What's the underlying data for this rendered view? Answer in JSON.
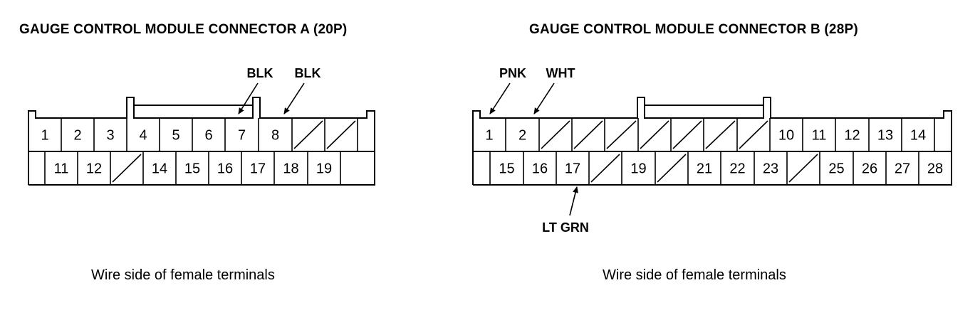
{
  "connector_a": {
    "title": "GAUGE CONTROL MODULE CONNECTOR A (20P)",
    "caption": "Wire side of female terminals",
    "row1": [
      "1",
      "2",
      "3",
      "4",
      "5",
      "6",
      "7",
      "8",
      "",
      "",
      ""
    ],
    "row2": [
      "",
      "11",
      "12",
      "",
      "14",
      "15",
      "16",
      "17",
      "18",
      "19",
      ""
    ],
    "wires": [
      {
        "label": "BLK",
        "pin": "7"
      },
      {
        "label": "BLK",
        "pin": "8"
      }
    ]
  },
  "connector_b": {
    "title": "GAUGE CONTROL MODULE CONNECTOR B (28P)",
    "caption": "Wire side of female terminals",
    "row1": [
      "1",
      "2",
      "",
      "",
      "",
      "",
      "",
      "",
      "",
      "10",
      "11",
      "12",
      "13",
      "14",
      ""
    ],
    "row2": [
      "",
      "15",
      "16",
      "17",
      "",
      "19",
      "",
      "21",
      "22",
      "23",
      "",
      "25",
      "26",
      "27",
      "28"
    ],
    "wires": [
      {
        "label": "PNK",
        "pin": "1"
      },
      {
        "label": "WHT",
        "pin": "2"
      },
      {
        "label": "LT GRN",
        "pin": "17"
      }
    ]
  }
}
